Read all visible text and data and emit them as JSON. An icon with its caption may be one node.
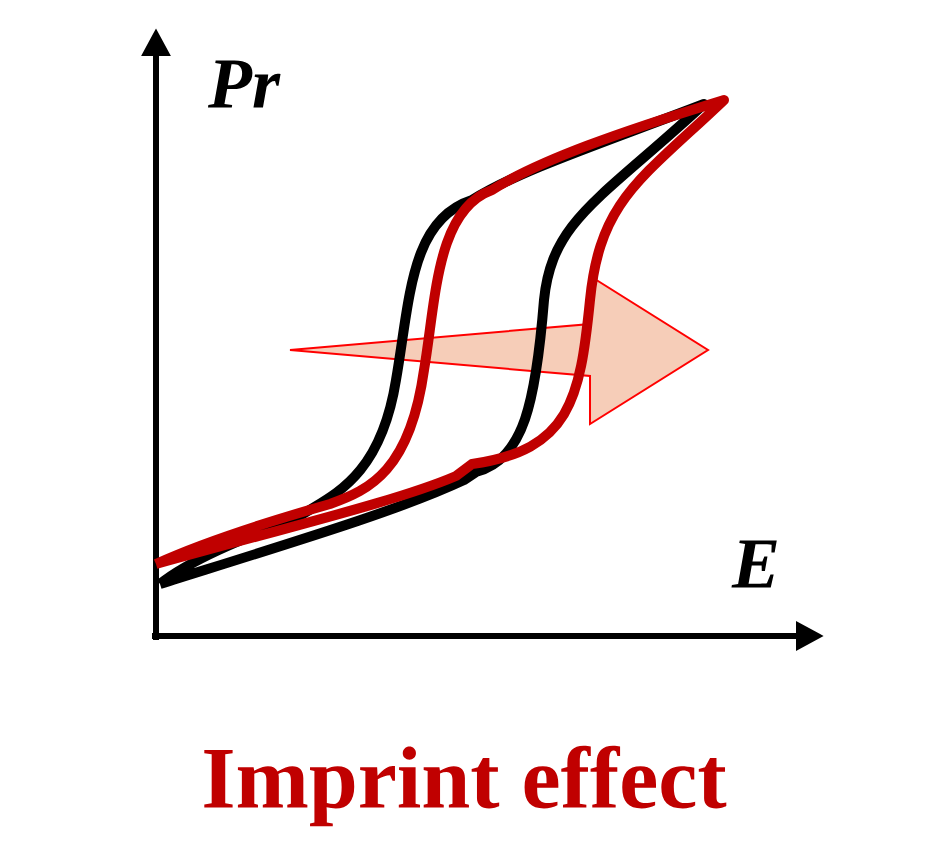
{
  "diagram": {
    "caption": "Imprint effect",
    "labels": [
      "Pr",
      "E"
    ]
  }
}
